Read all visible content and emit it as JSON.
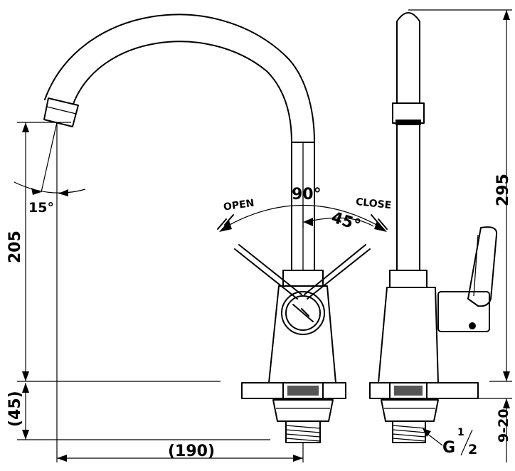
{
  "dimensions": {
    "height_to_outlet": "205",
    "base_height": "(45)",
    "total_height": "295",
    "reach": "(190)",
    "deck_thickness": "9-20"
  },
  "angles": {
    "spout_tilt": "15°",
    "handle_total": "90°",
    "handle_half": "45°"
  },
  "labels": {
    "open": "OPEN",
    "close": "CLOSE",
    "thread_g": "G",
    "thread_num": "1",
    "thread_den": "2"
  }
}
